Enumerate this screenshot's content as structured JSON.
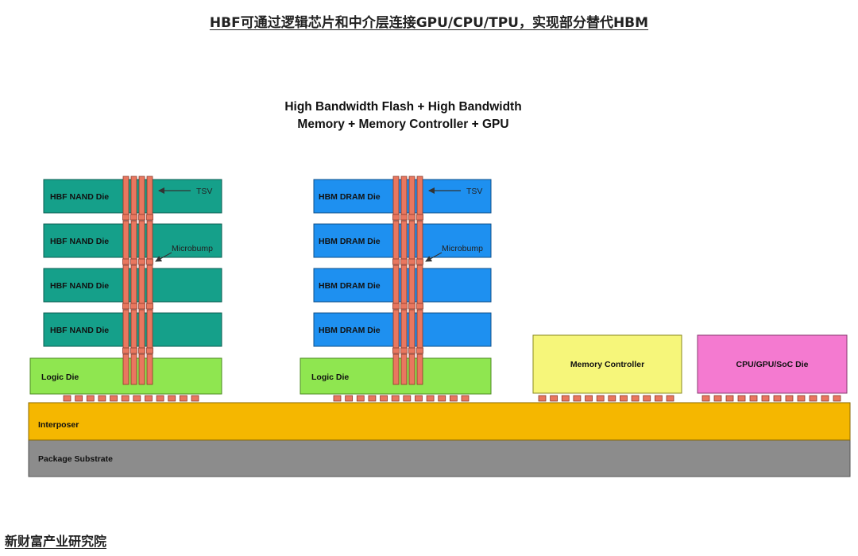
{
  "header": {
    "title": "HBF可通过逻辑芯片和中介层连接GPU/CPU/TPU，实现部分替代HBM"
  },
  "diagram": {
    "title_line1": "High Bandwidth Flash + High Bandwidth",
    "title_line2": "Memory + Memory Controller + GPU",
    "hbf_stack": {
      "dies": [
        "HBF NAND Die",
        "HBF NAND Die",
        "HBF NAND Die",
        "HBF NAND Die"
      ],
      "logic_die": "Logic Die",
      "tsv_label": "TSV",
      "microbump_label": "Microbump"
    },
    "hbm_stack": {
      "dies": [
        "HBM DRAM Die",
        "HBM DRAM Die",
        "HBM DRAM Die",
        "HBM DRAM Die"
      ],
      "logic_die": "Logic Die",
      "tsv_label": "TSV",
      "microbump_label": "Microbump"
    },
    "memory_controller": "Memory Controller",
    "processor_die": "CPU/GPU/SoC Die",
    "interposer": "Interposer",
    "package_substrate": "Package Substrate",
    "colors": {
      "hbf_die": "#15a08a",
      "hbm_die": "#1e90f0",
      "logic_die": "#8fe650",
      "memory_controller": "#f6f67a",
      "processor_die": "#f47ad0",
      "interposer": "#f5b700",
      "package_substrate": "#8c8c8c",
      "tsv": "#e9775f"
    }
  },
  "footer": {
    "source": "新财富产业研究院"
  }
}
